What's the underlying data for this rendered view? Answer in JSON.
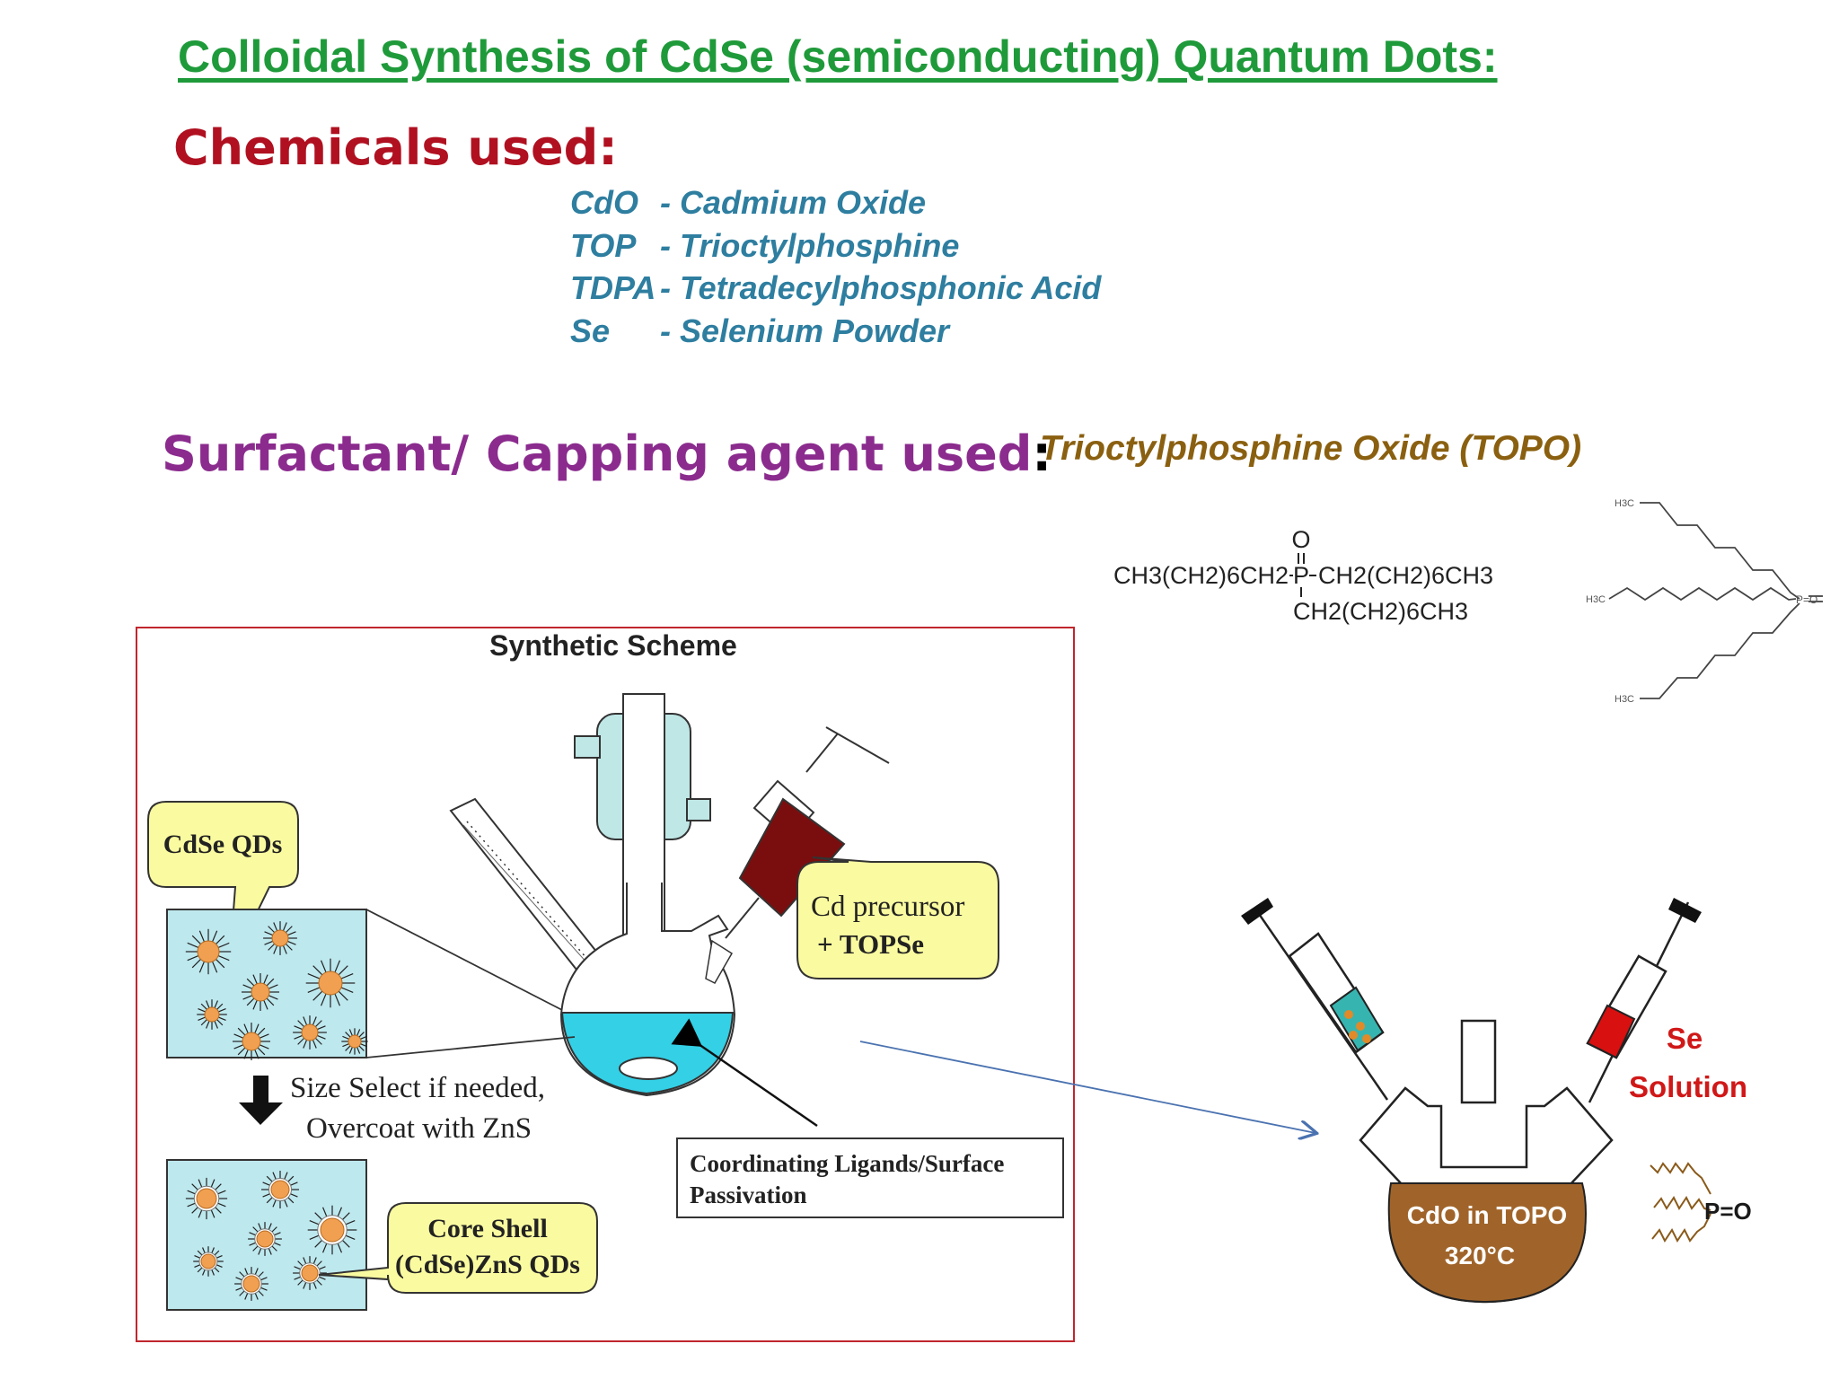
{
  "title": "Colloidal Synthesis of CdSe (semiconducting) Quantum Dots:",
  "chemicals": {
    "heading": "Chemicals used:",
    "items": [
      {
        "abbr": "CdO",
        "name": "- Cadmium Oxide"
      },
      {
        "abbr": "TOP",
        "name": "- Trioctylphosphine"
      },
      {
        "abbr": "TDPA",
        "name": "- Tetradecylphosphonic Acid"
      },
      {
        "abbr": "Se",
        "name": "- Selenium Powder"
      }
    ]
  },
  "surfactant": {
    "heading": "Surfactant/ Capping agent used",
    "colon": ":",
    "name": "Trioctylphosphine Oxide (TOPO)"
  },
  "topo_formula": {
    "oxygen": "O",
    "left": "CH3(CH2)6CH2",
    "phosphorus": "P",
    "right": "CH2(CH2)6CH3",
    "bottom": "CH2(CH2)6CH3"
  },
  "topo_skeletal": {
    "methyl": "H3C",
    "group": "P=O"
  },
  "scheme": {
    "title": "Synthetic Scheme",
    "cdse_label": "CdSe QDs",
    "precursor_line1": "Cd precursor",
    "precursor_line2": "+ TOPSe",
    "size_select_line1": "Size Select if needed,",
    "size_select_line2": "Overcoat with ZnS",
    "ligands_line1": "Coordinating Ligands/Surface",
    "ligands_line2": "Passivation",
    "core_shell_line1": "Core Shell",
    "core_shell_line2": "(CdSe)ZnS QDs"
  },
  "flask2": {
    "contents_line1": "CdO in TOPO",
    "contents_line2": "320°C",
    "se_line1": "Se",
    "se_line2": "Solution",
    "topo_group": "P=O"
  },
  "colors": {
    "title": "#1f9a3a",
    "chem_heading": "#b01020",
    "chem_items": "#2e7ea0",
    "surf_heading": "#8b2b8e",
    "topo_name": "#8a6010",
    "scheme_border": "#c0262d",
    "qd_orange": "#f0a050",
    "box_cyan": "#bde8ee",
    "callout_yellow": "#fafaa0",
    "flask_brown": "#a0642a",
    "syringe_red": "#7a0e0e"
  }
}
